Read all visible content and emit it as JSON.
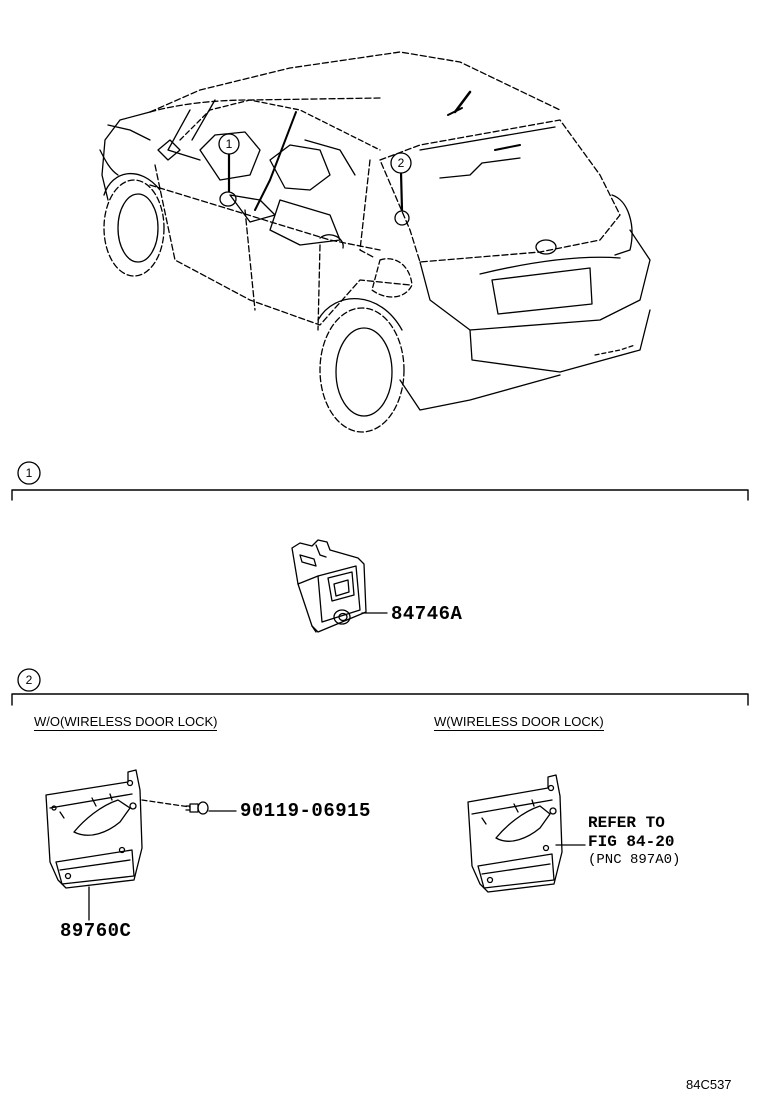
{
  "callouts": [
    "1",
    "2"
  ],
  "section1": {
    "number": "1",
    "part": "84746A"
  },
  "section2": {
    "number": "2",
    "left": {
      "condition": "W/O(WIRELESS DOOR LOCK)",
      "module_part": "89760C",
      "screw_part": "90119-06915"
    },
    "right": {
      "condition": "W(WIRELESS DOOR LOCK)",
      "note_lines": [
        "REFER TO",
        "FIG 84-20",
        "(PNC 897A0)"
      ]
    }
  },
  "figure_code": "84C537"
}
